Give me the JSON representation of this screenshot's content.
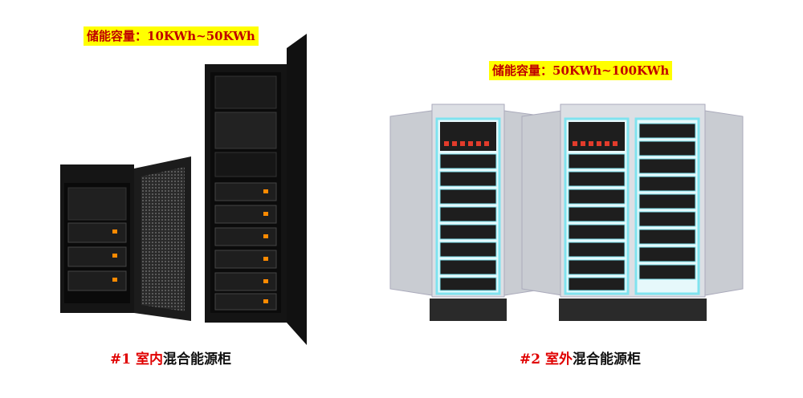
{
  "products": [
    {
      "capacity_label": "储能容量：10KWh~50KWh",
      "caption_number": "#1",
      "caption_type": "室内",
      "caption_name": "混合能源柜"
    },
    {
      "capacity_label": "储能容量：50KWh~100KWh",
      "caption_number": "#2",
      "caption_type": "室外",
      "caption_name": "混合能源柜"
    }
  ],
  "colors": {
    "label_background": "#ffff00",
    "label_text": "#c00000",
    "caption_accent": "#e00000",
    "indoor_cabinet": "#1a1a1a",
    "outdoor_cabinet": "#d8dbe0",
    "battery_glow": "#7fe3ef"
  }
}
